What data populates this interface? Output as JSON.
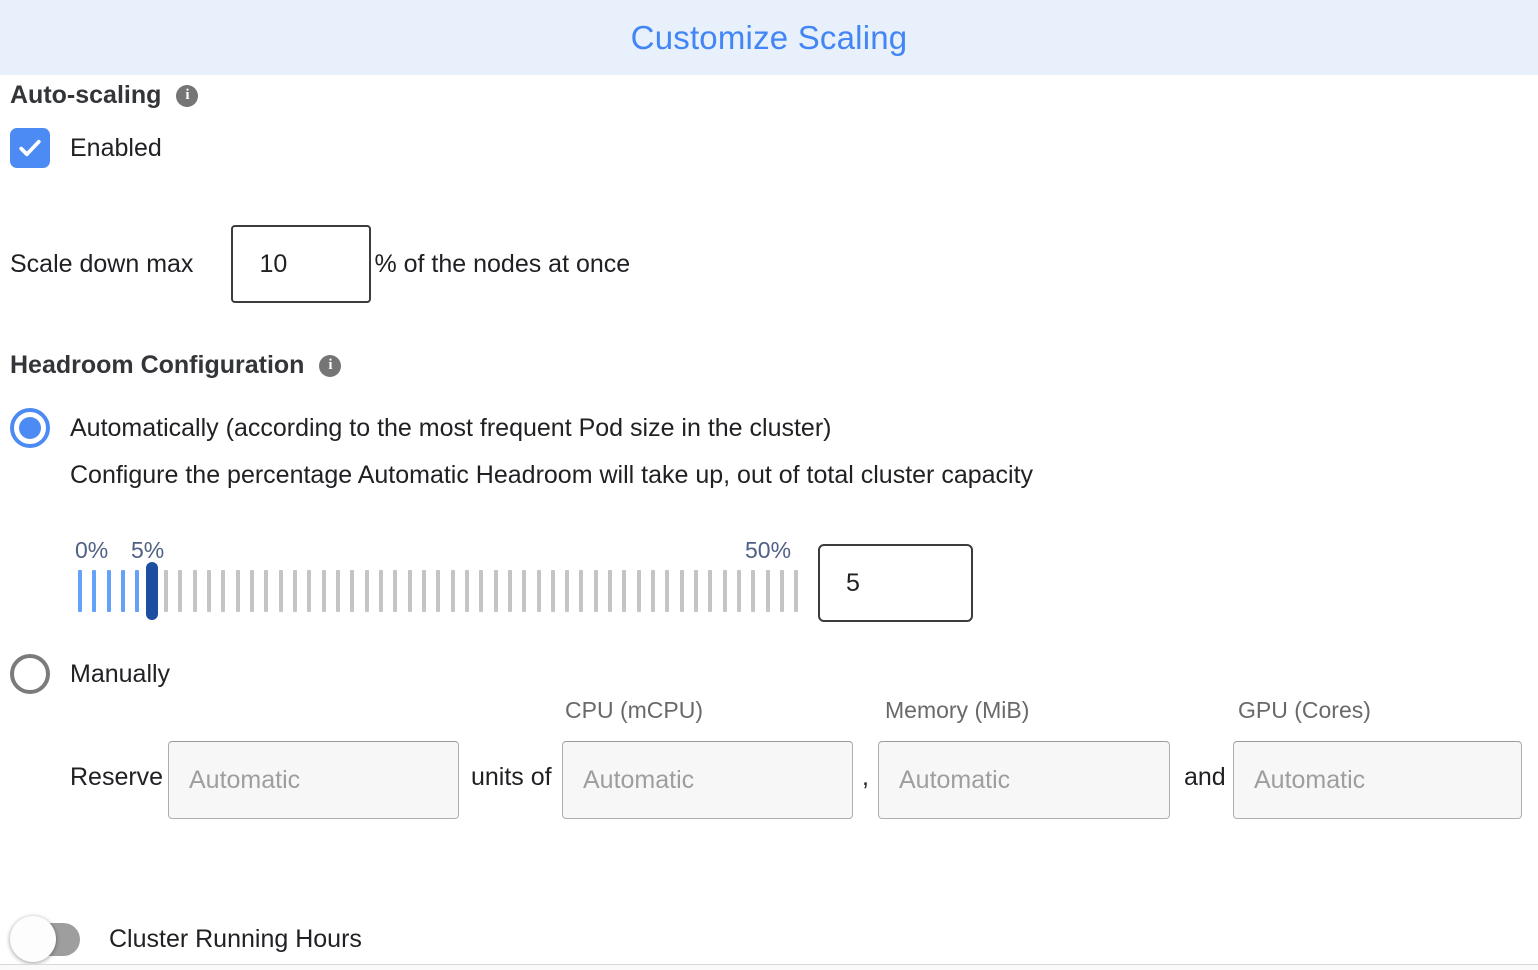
{
  "header": {
    "title": "Customize Scaling"
  },
  "auto_scaling": {
    "label": "Auto-scaling",
    "checkbox": {
      "label": "Enabled",
      "checked": true
    }
  },
  "scale_down": {
    "prefix": "Scale down max",
    "value": "10",
    "suffix": "% of the nodes at once"
  },
  "headroom": {
    "label": "Headroom Configuration",
    "automatic_option": "Automatically (according to the most frequent Pod size in the cluster)",
    "automatic_selected": true,
    "description": "Configure the percentage Automatic Headroom will take up, out of total cluster capacity",
    "slider": {
      "min_label": "0%",
      "current_label": "5%",
      "max_label": "50%",
      "min": 0,
      "max": 50,
      "value": "5",
      "tick_count": 51,
      "selected_index": 5
    },
    "manual_option": "Manually",
    "manual_selected": false
  },
  "manual_reserve": {
    "columns": [
      "CPU (mCPU)",
      "Memory (MiB)",
      "GPU (Cores)"
    ],
    "reserve_label": "Reserve",
    "units_of_label": "units of",
    "comma": ",",
    "and_label": "and",
    "placeholders": [
      "Automatic",
      "Automatic",
      "Automatic",
      "Automatic"
    ]
  },
  "cluster_running_hours": {
    "label": "Cluster Running Hours",
    "enabled": false
  },
  "colors": {
    "accent_blue": "#4c8bf4",
    "header_bg": "#e8f0fc",
    "header_text": "#4285f4",
    "tick_blue": "#63a2f8",
    "tick_gray": "#c4c4c4",
    "handle_blue": "#1d4fa1",
    "slider_label": "#4f6185"
  },
  "icons": {
    "info": "info-icon",
    "check": "checkmark-icon"
  }
}
